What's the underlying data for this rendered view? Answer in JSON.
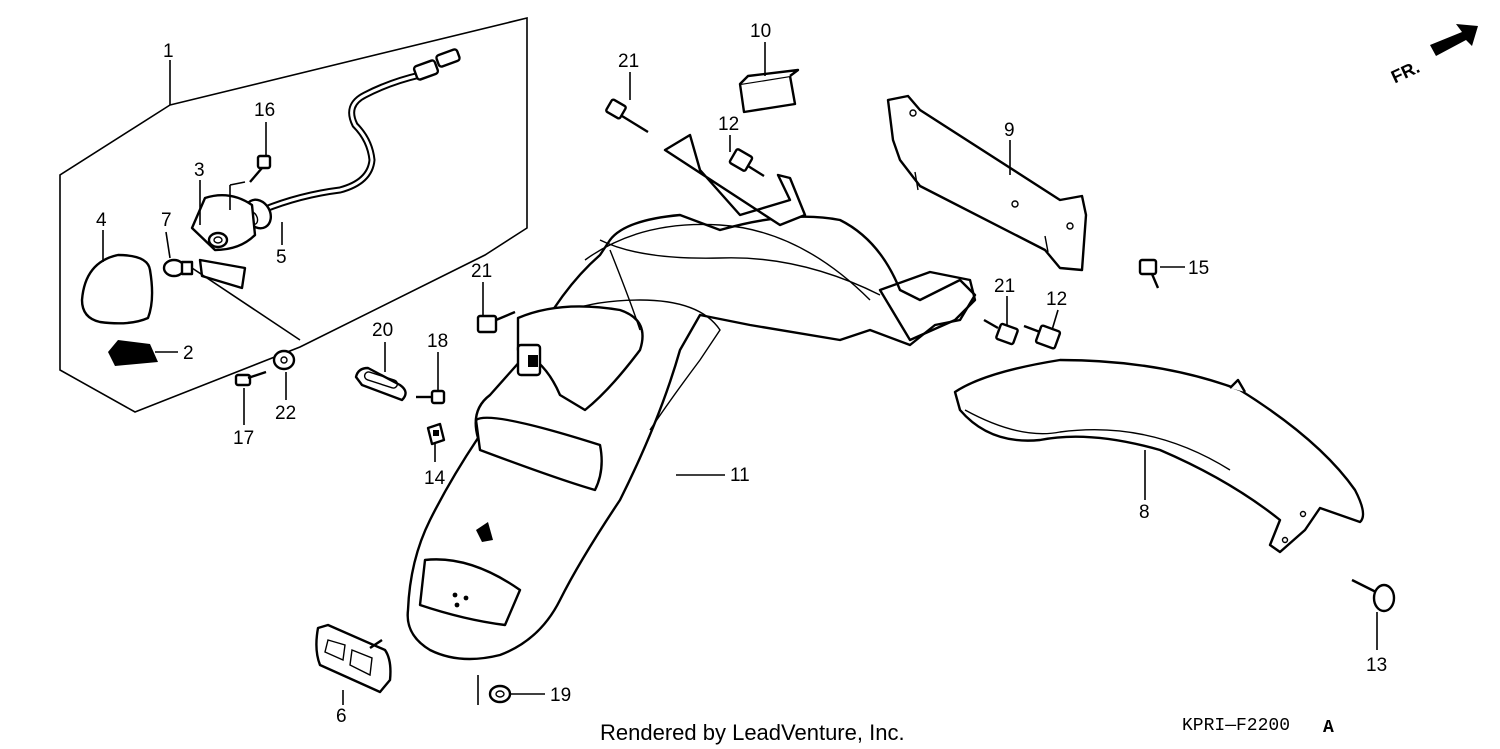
{
  "callouts": {
    "c1": "1",
    "c2": "2",
    "c3": "3",
    "c4": "4",
    "c5": "5",
    "c6": "6",
    "c7": "7",
    "c8": "8",
    "c9": "9",
    "c10": "10",
    "c11": "11",
    "c12a": "12",
    "c12b": "12",
    "c13": "13",
    "c14": "14",
    "c15": "15",
    "c16": "16",
    "c17": "17",
    "c18": "18",
    "c19": "19",
    "c20": "20",
    "c21a": "21",
    "c21b": "21",
    "c21c": "21",
    "c22": "22"
  },
  "direction_label": "FR.",
  "footer_credit": "Rendered by LeadVenture, Inc.",
  "diagram_code": "KPRI—F2200",
  "diagram_code_suffix": "A"
}
